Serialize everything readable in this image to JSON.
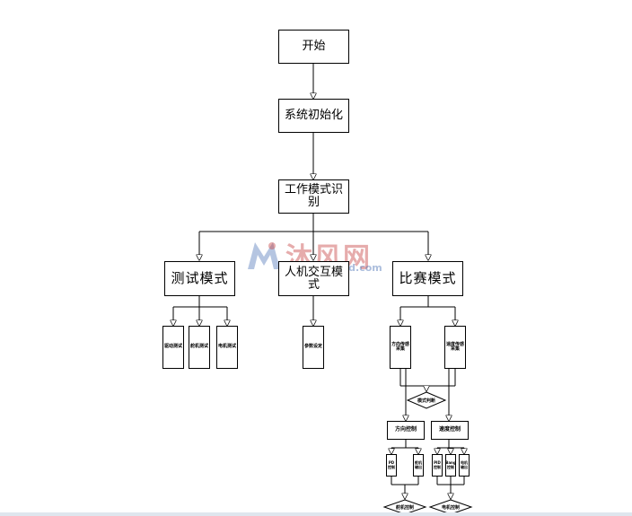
{
  "nodes": {
    "start": "开始",
    "init": "系统初始化",
    "mode_id": "工作模式识别",
    "test_mode": "测试模式",
    "hci_mode": "人机交互模式",
    "race_mode": "比赛模式",
    "test_sub_1": "驱动测试",
    "test_sub_2": "舵机测试",
    "test_sub_3": "电机测试",
    "hci_sub": "参数设定",
    "race_sub_1": "方向传感采集",
    "race_sub_2": "速度传感采集",
    "decision": "模式判断",
    "dir_ctrl": "方向控制",
    "spd_ctrl": "速度控制",
    "dir_sub_1": "PD控制",
    "dir_sub_2": "舵机输出",
    "spd_sub_1": "PID控制",
    "spd_sub_2": "Bang控制",
    "spd_sub_3": "电机输出",
    "end_1": "舵机控制",
    "end_2": "电机控制"
  },
  "watermark": {
    "brand": "沐风网",
    "url": "www.mfcad.com"
  },
  "colors": {
    "line": "#000000",
    "watermark_red": "#c84646",
    "watermark_blue": "#466eb4"
  }
}
